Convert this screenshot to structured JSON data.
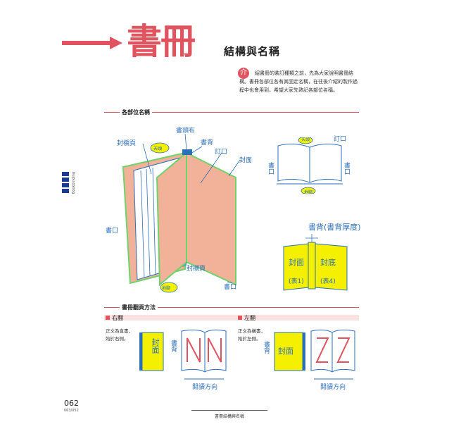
{
  "header": {
    "title_big": "書冊",
    "title_sub": "結構與名稱",
    "intro_badge": "介",
    "intro_text": "紹書冊的裝訂種類之前，先為大家說明書冊結構。書冊各部位各有其固定名稱，在往後介紹的製作過程中也會用到，希望大家先熟記各部位名稱。"
  },
  "sidebar": {
    "label": "Bookbinding"
  },
  "sections": {
    "parts_title": "各部位名稱",
    "turning_title": "書冊翻頁方法"
  },
  "diagram_labels": {
    "cover": "封襯頁",
    "headband": "書頭布",
    "spine": "書背",
    "bookmark": "天頭",
    "fore_edge": "書口",
    "cover_board": "封面",
    "tail": "地腳",
    "endpaper": "封襯頁",
    "cut": "書口",
    "open_top": "天頭",
    "open_bottom": "地腳",
    "open_left": "書口",
    "open_right": "書口",
    "open_fore": "訂口",
    "spine_width": "書背(書背厚度)",
    "front_cover": "封面",
    "back_cover": "封底",
    "front_note": "(表1)",
    "back_note": "(表4)",
    "main_bookmark_right": "訂口",
    "main_cover": "封面",
    "main_endpaper": "封襯頁",
    "main_fore_edge": "書口",
    "main_tail": "地腳"
  },
  "turning": {
    "right": {
      "heading": "右翻",
      "desc_line1": "正文為直書，",
      "desc_line2": "始於右側。",
      "cover_label": "封面",
      "spine_label": "書背",
      "direction": "閱讀方向"
    },
    "left": {
      "heading": "左翻",
      "desc_line1": "正文為橫書，",
      "desc_line2": "始於左側。",
      "cover_label": "封面",
      "spine_label": "書背",
      "direction": "閱讀方向"
    }
  },
  "footer": {
    "page_number": "062",
    "page_sub": "063/052",
    "running_title": "書冊結構與名稱"
  },
  "colors": {
    "accent": "#e0545f",
    "blue": "#2b6fb8",
    "salmon": "#f2b29a",
    "yellow": "#f4f000",
    "green": "#6fd36a"
  }
}
